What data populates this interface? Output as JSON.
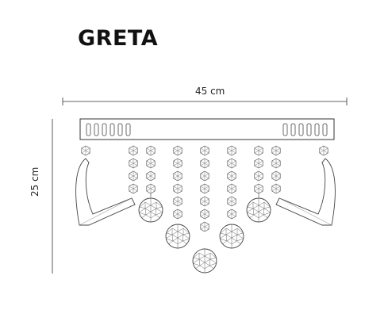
{
  "title": "GRETA",
  "dimensions": {
    "width_label": "45 cm",
    "height_label": "25 cm"
  }
}
